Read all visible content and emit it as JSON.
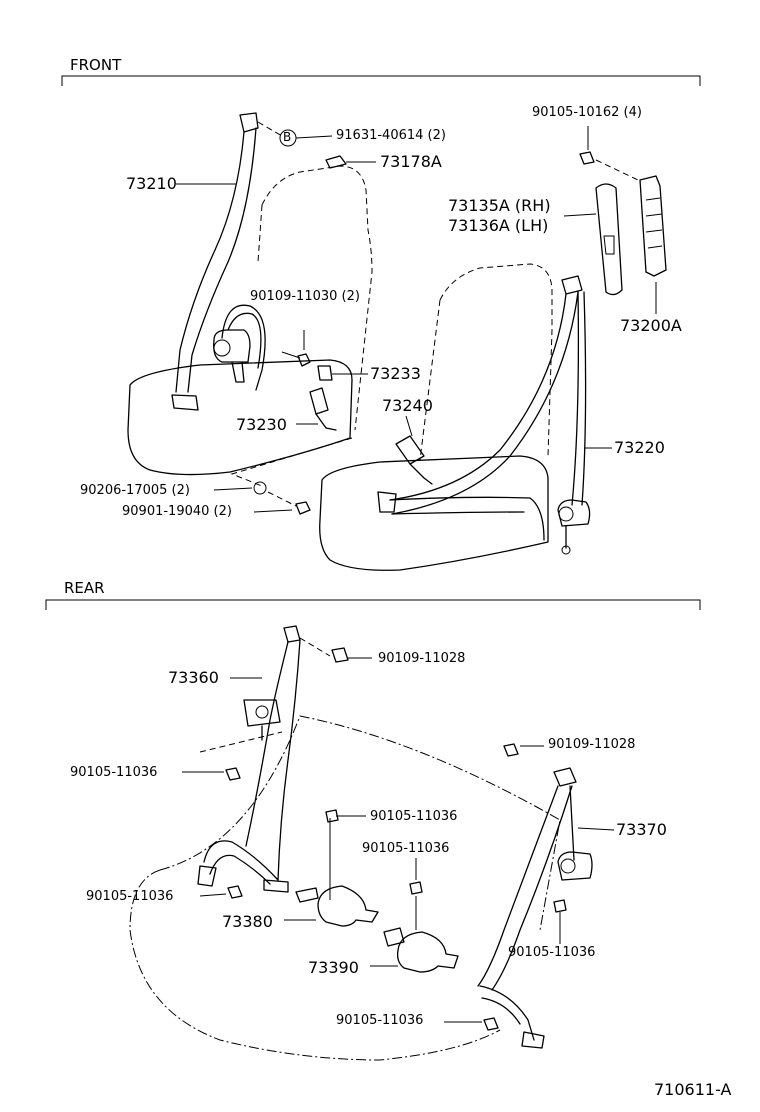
{
  "sections": {
    "front": "FRONT",
    "rear": "REAR"
  },
  "front_labels": {
    "bolt_b": "91631-40614 (2)",
    "b_marker": "B",
    "cover": "73178A",
    "belt_outer": "73210",
    "bolt_top_right": "90105-10162 (4)",
    "trim_rh": "73135A (RH)",
    "trim_lh": "73136A (LH)",
    "bolt_mid": "90109-11030 (2)",
    "anchor_plate": "73200A",
    "clip": "73233",
    "buckle_inner_rh": "73240",
    "buckle_inner_lh": "73230",
    "belt_outer_lh": "73220",
    "washer": "90206-17005 (2)",
    "bolt_low": "90901-19040 (2)"
  },
  "rear_labels": {
    "belt_left": "73360",
    "bolt_top_left": "90109-11028",
    "bolt_left_mid": "90105-11036",
    "bolt_top_right": "90109-11028",
    "belt_right": "73370",
    "bolt_center_top": "90105-11036",
    "bolt_center_mid": "90105-11036",
    "bolt_left_low": "90105-11036",
    "buckle_left": "73380",
    "bolt_right_low": "90105-11036",
    "buckle_center": "73390",
    "bolt_bottom": "90105-11036"
  },
  "footer": {
    "code": "710611-A"
  }
}
